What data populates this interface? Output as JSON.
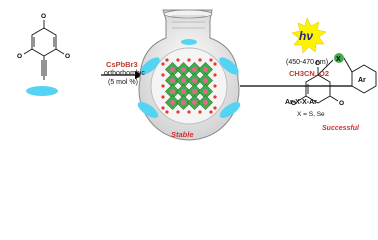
{
  "catalyst": {
    "name": "CsPbBr3",
    "phase": "orthorhombic",
    "loading": "(5 mol %)"
  },
  "flask": {
    "status_label": "Stable"
  },
  "conditions": {
    "light_symbol": "hν",
    "wavelength": "(450-470 nm)",
    "solvent_oxidant": "CH3CN, O2"
  },
  "reagent": {
    "formula": "Ar-X-X-Ar",
    "x_values": "X = S, Se"
  },
  "substituent_labels": [
    "O",
    "O",
    "O",
    "X",
    "Ar"
  ],
  "result": {
    "label": "Successful"
  },
  "colors": {
    "flask_fill": "#e8e8e8",
    "disc_cyan": "#55d3f3",
    "crystal_green": "#3fae4a",
    "crystal_pink": "#f06292",
    "sun": "#fff200",
    "accent_red": "#d32f2f",
    "arrow_black": "#000000"
  }
}
